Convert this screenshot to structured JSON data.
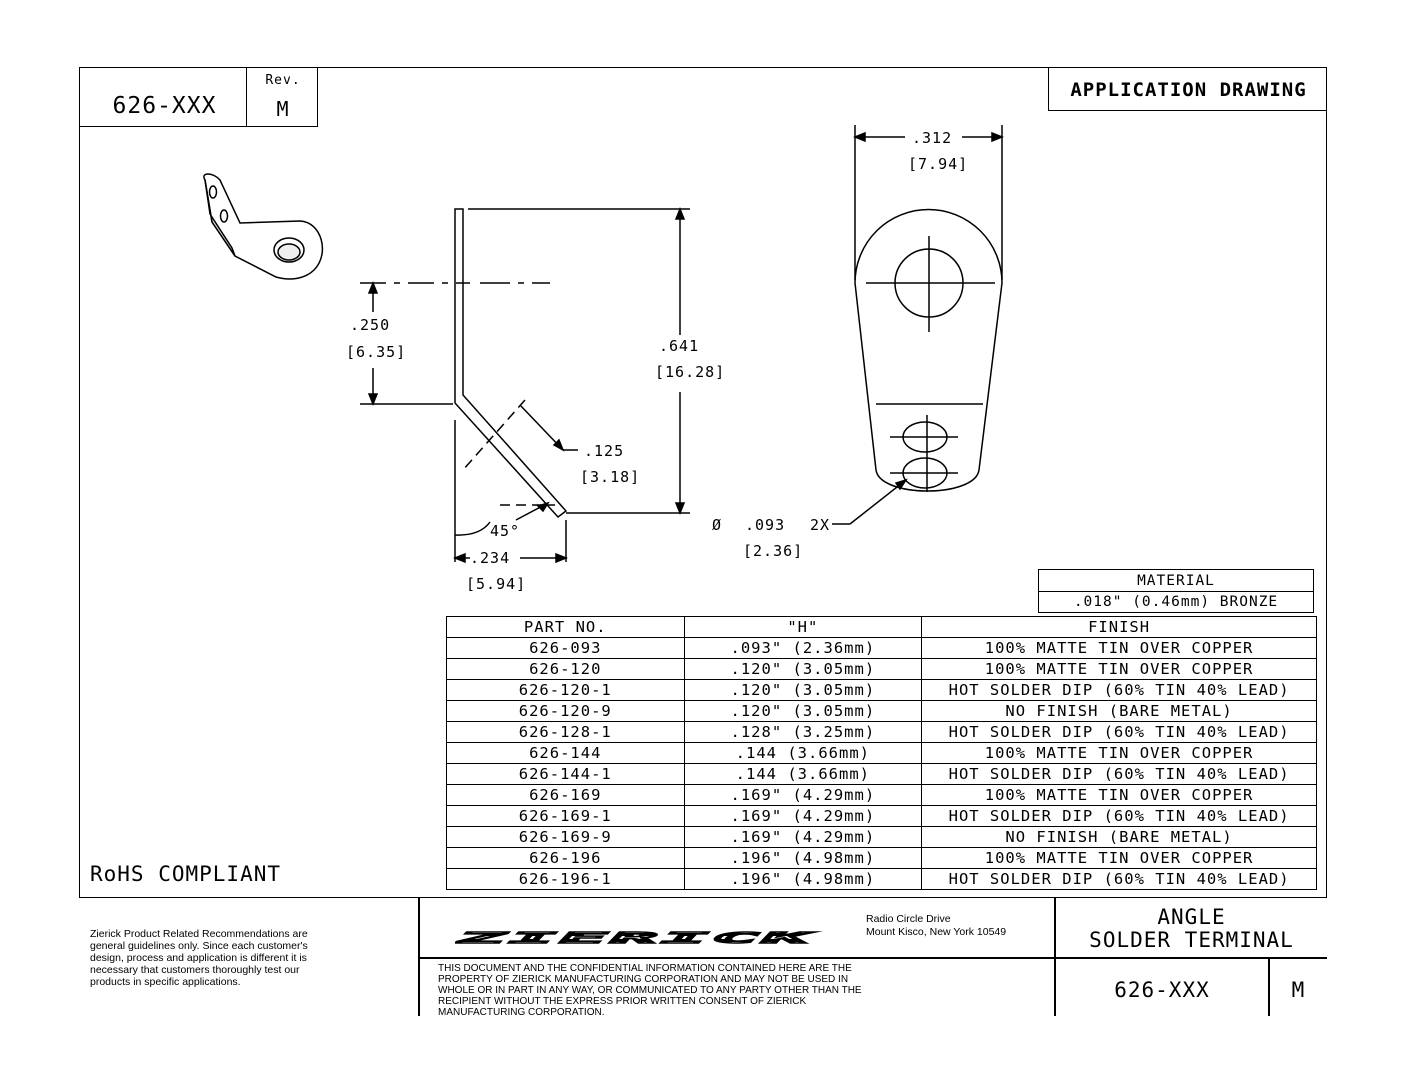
{
  "header": {
    "part_number": "626-XXX",
    "rev_label": "Rev.",
    "rev_value": "M",
    "doc_type": "APPLICATION DRAWING"
  },
  "dimensions": {
    "width_in": ".312",
    "width_mm": "[7.94]",
    "hole_offset_in": ".250",
    "hole_offset_mm": "[6.35]",
    "height_in": ".641",
    "height_mm": "[16.28]",
    "slot_in": ".125",
    "slot_mm": "[3.18]",
    "angle": "45°",
    "bend_in": ".234",
    "bend_mm": "[5.94]",
    "hole_dia_symbol": "Ø",
    "hole_dia_in": ".093",
    "hole_qty": "2X",
    "hole_dia_mm": "[2.36]"
  },
  "material": {
    "label": "MATERIAL",
    "value": ".018\" (0.46mm) BRONZE"
  },
  "spec_table": {
    "headers": [
      "PART NO.",
      "\"H\"",
      "FINISH"
    ],
    "rows": [
      [
        "626-093",
        ".093\" (2.36mm)",
        "100% MATTE TIN OVER COPPER"
      ],
      [
        "626-120",
        ".120\" (3.05mm)",
        "100% MATTE TIN OVER COPPER"
      ],
      [
        "626-120-1",
        ".120\" (3.05mm)",
        "HOT SOLDER DIP (60% TIN 40% LEAD)"
      ],
      [
        "626-120-9",
        ".120\" (3.05mm)",
        "NO FINISH (BARE METAL)"
      ],
      [
        "626-128-1",
        ".128\" (3.25mm)",
        "HOT SOLDER DIP (60% TIN 40% LEAD)"
      ],
      [
        "626-144",
        ".144 (3.66mm)",
        "100% MATTE TIN OVER COPPER"
      ],
      [
        "626-144-1",
        ".144 (3.66mm)",
        "HOT SOLDER DIP (60% TIN 40% LEAD)"
      ],
      [
        "626-169",
        ".169\" (4.29mm)",
        "100% MATTE TIN OVER COPPER"
      ],
      [
        "626-169-1",
        ".169\" (4.29mm)",
        "HOT SOLDER DIP (60% TIN 40% LEAD)"
      ],
      [
        "626-169-9",
        ".169\" (4.29mm)",
        "NO FINISH (BARE METAL)"
      ],
      [
        "626-196",
        ".196\" (4.98mm)",
        "100% MATTE TIN OVER COPPER"
      ],
      [
        "626-196-1",
        ".196\" (4.98mm)",
        "HOT SOLDER DIP (60% TIN 40% LEAD)"
      ]
    ]
  },
  "rohs": "RoHS COMPLIANT",
  "footer": {
    "disclaimer": "Zierick Product Related Recommendations are general guidelines only. Since each customer's design, process and application is different it is necessary that customers thoroughly test our products in specific applications.",
    "logo_text": "ZIERICK",
    "address_line1": "Radio Circle Drive",
    "address_line2": "Mount Kisco, New York 10549",
    "confidential": "THIS DOCUMENT AND THE CONFIDENTIAL INFORMATION CONTAINED HERE ARE THE PROPERTY OF ZIERICK MANUFACTURING CORPORATION AND MAY NOT BE USED IN WHOLE OR IN PART IN ANY WAY, OR COMMUNICATED TO ANY PARTY OTHER THAN THE RECIPIENT WITHOUT THE EXPRESS PRIOR WRITTEN CONSENT OF ZIERICK MANUFACTURING CORPORATION.",
    "title_line1": "ANGLE",
    "title_line2": "SOLDER TERMINAL",
    "part_number": "626-XXX",
    "rev": "M"
  }
}
